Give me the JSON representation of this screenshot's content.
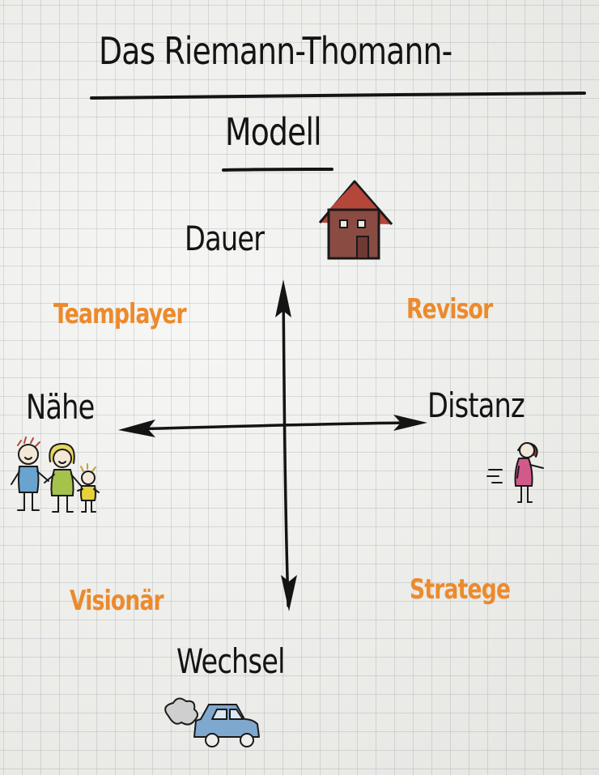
{
  "title": {
    "line1": "Das Riemann-Thomann-",
    "line2": "Modell"
  },
  "axes": {
    "top": "Dauer",
    "bottom": "Wechsel",
    "left": "Nähe",
    "right": "Distanz"
  },
  "quadrants": {
    "top_left": "Teamplayer",
    "top_right": "Revisor",
    "bottom_left": "Visionär",
    "bottom_right": "Stratege"
  },
  "colors": {
    "ink": "#141414",
    "accent": "#ec8a2c",
    "paper": "#eeeeeb",
    "grid": "#a7adb3"
  },
  "illustrations": [
    "house-icon",
    "family-icon",
    "walking-person-icon",
    "car-icon"
  ]
}
